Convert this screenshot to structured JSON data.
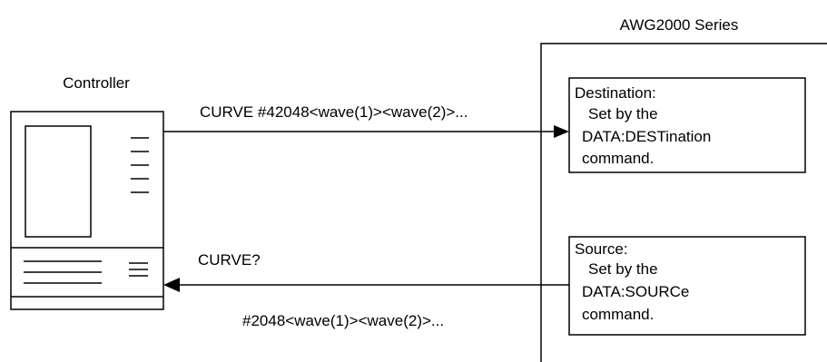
{
  "controller": {
    "label": "Controller"
  },
  "instrument": {
    "title": "AWG2000 Series",
    "destination_box": {
      "heading": "Destination:",
      "lines": [
        "Set by the",
        "DATA:DESTination",
        "command."
      ]
    },
    "source_box": {
      "heading": "Source:",
      "lines": [
        "Set by the",
        "DATA:SOURCe",
        "command."
      ]
    }
  },
  "messages": {
    "curve_write": "CURVE #42048<wave(1)><wave(2)>...",
    "curve_query": "CURVE?",
    "curve_response": "#2048<wave(1)><wave(2)>..."
  }
}
